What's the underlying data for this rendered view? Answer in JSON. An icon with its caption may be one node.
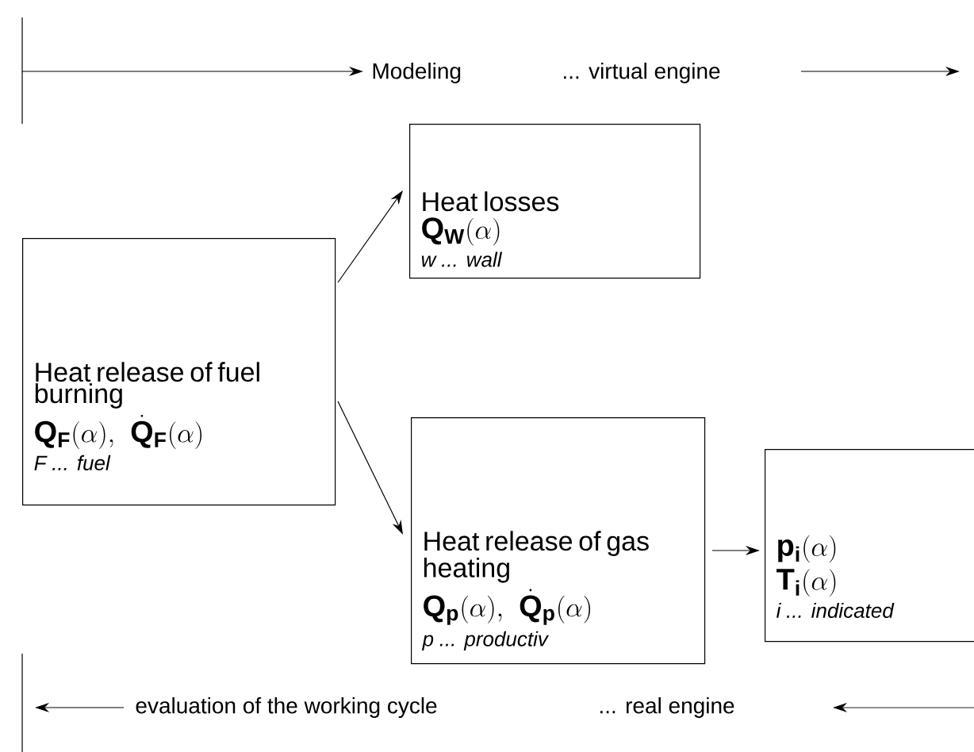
{
  "diagram": {
    "nodes": [
      {
        "text": [
          "Heat release of fuel burning",
          "\\mathbf{Q_F}(\\alpha),\\ \\ \\dot{\\mathbf{Q}}_{\\mathbf{F}}(\\alpha)",
          "*F ... fuel*"
        ]
      },
      {
        "text": [
          "Heat losses",
          "\\mathbf{Q_W}(\\alpha)",
          "*w ... wall*"
        ]
      },
      {
        "text": [
          "Heat release of gas heating",
          "\\mathbf{Q_p}(\\alpha),\\ \\ \\dot{\\mathbf{Q}}_{\\mathbf{p}}(\\alpha)",
          "*p ... productiv*"
        ]
      },
      {
        "text": [
          "\\mathbf{p_i}(\\alpha)",
          "\\mathbf{T_i}(\\alpha)",
          "*i ... indicated*"
        ]
      }
    ],
    "edges": [
      {
        "from": 0,
        "to": 1,
        "arrow": "to"
      },
      {
        "from": 0,
        "to": 2,
        "arrow": "to"
      },
      {
        "from": 2,
        "to": 3,
        "arrow": "to"
      }
    ],
    "labels": [
      "Modeling",
      "... virtual engine",
      "evaluation of the working cycle",
      "... real engine"
    ]
  }
}
